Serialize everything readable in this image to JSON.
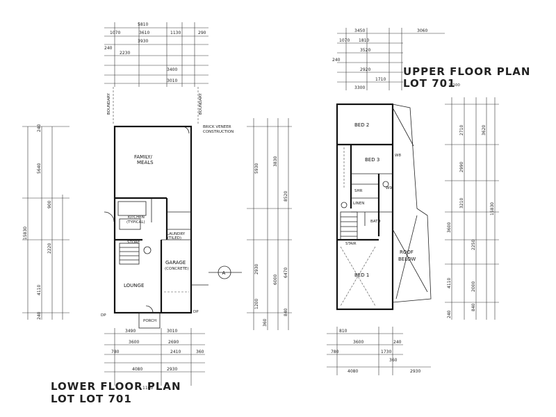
{
  "titles": {
    "lower": [
      "LOWER FLOOR PLAN",
      "LOT LOT 701"
    ],
    "upper": [
      "UPPER FLOOR PLAN",
      "LOT 701"
    ],
    "upper_scale": "1:100"
  },
  "notes": {
    "brick_veneer": [
      "BRICK VENEER",
      "CONSTRUCTION"
    ],
    "boundary": "BOUNDARY",
    "section_marker": "A"
  },
  "lower_rooms": [
    {
      "id": "family",
      "text": [
        "FAMILY/",
        "MEALS"
      ]
    },
    {
      "id": "kitchen",
      "text": [
        "KITCHEN",
        "(TYPICAL)"
      ]
    },
    {
      "id": "laundry",
      "text": [
        "LAUNDRY",
        "(TILED)"
      ]
    },
    {
      "id": "store",
      "text": [
        "STORE"
      ]
    },
    {
      "id": "garage",
      "text": [
        "GARAGE",
        "(CONCRETE)"
      ]
    },
    {
      "id": "lounge",
      "text": [
        "LOUNGE"
      ]
    },
    {
      "id": "porch",
      "text": [
        "PORCH"
      ]
    },
    {
      "id": "dp1",
      "text": [
        "DP"
      ]
    },
    {
      "id": "dp2",
      "text": [
        "DP"
      ]
    }
  ],
  "upper_rooms": [
    {
      "id": "bed2",
      "text": [
        "BED 2"
      ]
    },
    {
      "id": "bed3",
      "text": [
        "BED 3"
      ]
    },
    {
      "id": "bed1",
      "text": [
        "BED 1"
      ]
    },
    {
      "id": "bath",
      "text": [
        "BATH"
      ]
    },
    {
      "id": "shr",
      "text": [
        "SHR"
      ]
    },
    {
      "id": "linen",
      "text": [
        "LINEN"
      ]
    },
    {
      "id": "roof",
      "text": [
        "ROOF",
        "BELOW"
      ]
    },
    {
      "id": "stair",
      "text": [
        "STAIR"
      ]
    },
    {
      "id": "wc",
      "text": [
        "W8"
      ]
    },
    {
      "id": "w9",
      "text": [
        "W9"
      ]
    }
  ],
  "lower_top_dims": [
    "5810",
    "1070",
    "3610",
    "1130",
    "290",
    "3930",
    "240",
    "2230",
    "3400",
    "3010"
  ],
  "lower_bottom_dims": [
    "3490",
    "3010",
    "3600",
    "2690",
    "780",
    "2410",
    "360",
    "4080",
    "2930",
    "1100"
  ],
  "lower_left_dims": [
    "240",
    "5640",
    "15830",
    "4110",
    "240",
    "2220",
    "900"
  ],
  "lower_right_dims": [
    "5930",
    "8520",
    "3830",
    "2930",
    "6470",
    "6000",
    "360",
    "840",
    "1200"
  ],
  "upper_top_dims": [
    "3450",
    "3060",
    "1070",
    "1810",
    "3520",
    "2920",
    "240",
    "1710",
    "3300"
  ],
  "upper_bottom_dims": [
    "810",
    "3600",
    "240",
    "1730",
    "4080",
    "2930",
    "780",
    "360"
  ],
  "upper_right_dims": [
    "2710",
    "3620",
    "2990",
    "3210",
    "3600",
    "15830",
    "2250",
    "4110",
    "2000",
    "840",
    "240"
  ]
}
